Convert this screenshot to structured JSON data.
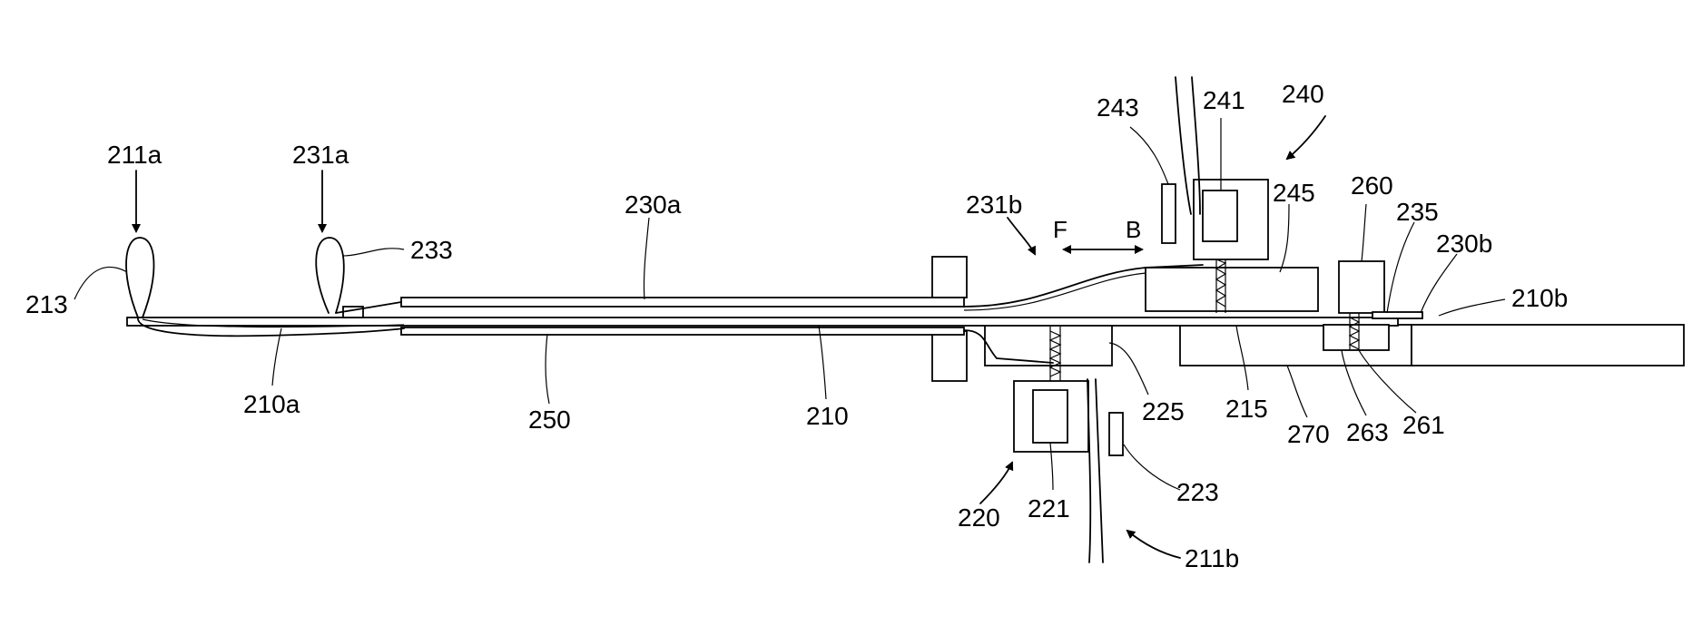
{
  "figure": {
    "labels": {
      "l211a": "211a",
      "l231a": "231a",
      "l213": "213",
      "l233": "233",
      "l230a": "230a",
      "l231b": "231b",
      "l243": "243",
      "l241": "241",
      "l240": "240",
      "l245": "245",
      "l260": "260",
      "l235": "235",
      "l230b": "230b",
      "l210b": "210b",
      "l210a": "210a",
      "l250": "250",
      "l210": "210",
      "l225": "225",
      "l215": "215",
      "l270": "270",
      "l263": "263",
      "l261": "261",
      "l223": "223",
      "l220": "220",
      "l221": "221",
      "l211b": "211b"
    },
    "direction": {
      "forward": "F",
      "backward": "B"
    }
  }
}
